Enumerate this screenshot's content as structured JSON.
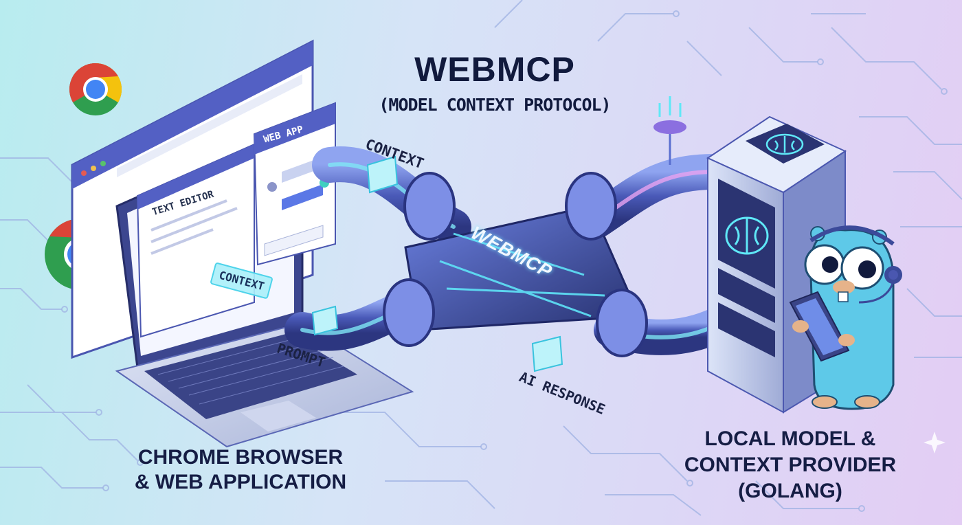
{
  "header": {
    "title": "WEBMCP",
    "subtitle": "(MODEL CONTEXT PROTOCOL)"
  },
  "client": {
    "caption_line1": "CHROME BROWSER",
    "caption_line2": "& WEB APPLICATION",
    "web_app_window": "WEB APP",
    "text_editor_window": "TEXT EDITOR",
    "context_chip": "CONTEXT"
  },
  "flow": {
    "context_label": "CONTEXT",
    "prompt_label": "PROMPT",
    "ai_response_label": "AI RESPONSE",
    "hub_label": "WEBMCP"
  },
  "server": {
    "caption_line1": "LOCAL MODEL &",
    "caption_line2": "CONTEXT PROVIDER",
    "caption_line3": "(GOLANG)"
  },
  "colors": {
    "navy_text": "#111a3d",
    "pipe_blue": "#5a6fd0",
    "cyan_glow": "#4fe0f0",
    "gopher_blue": "#5ec9e8"
  },
  "icons": [
    "chrome-icon",
    "brain-icon",
    "gopher-mascot",
    "headset-icon",
    "tablet-icon",
    "sparkle-icon"
  ]
}
